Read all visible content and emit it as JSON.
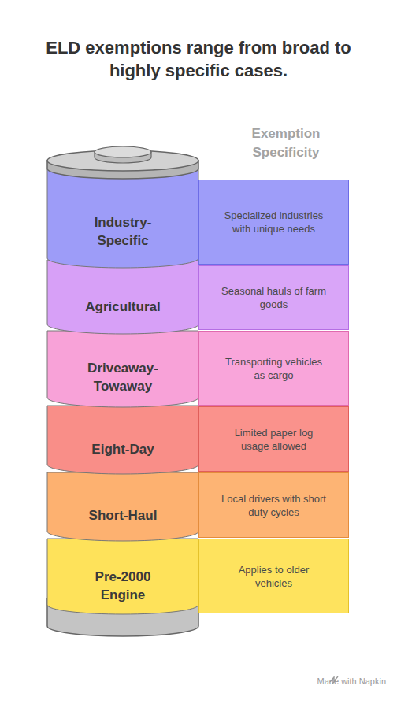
{
  "diagram": {
    "title": "ELD exemptions range from broad to highly specific cases.",
    "nodes": [
      {
        "text": [
          "Industry-Specific"
        ]
      },
      {
        "text": [
          "Specialized industries with unique needs"
        ]
      },
      {
        "text": [
          "Agricultural"
        ]
      },
      {
        "text": [
          "Seasonal hauls of farm goods"
        ]
      },
      {
        "text": [
          "Driveaway-Towaway"
        ]
      },
      {
        "text": [
          "Transporting vehicles as cargo"
        ]
      },
      {
        "text": [
          "Eight-Day"
        ]
      },
      {
        "text": [
          "Limited paper log usage allowed"
        ]
      },
      {
        "text": [
          "Short-Haul"
        ]
      },
      {
        "text": [
          "Local drivers with short duty cycles"
        ]
      },
      {
        "text": [
          "Pre-2000 Engine"
        ]
      },
      {
        "text": [
          "Applies to older vehicles"
        ]
      }
    ],
    "labels": [
      "Exemption Specificity",
      "Made with Napkin"
    ]
  }
}
